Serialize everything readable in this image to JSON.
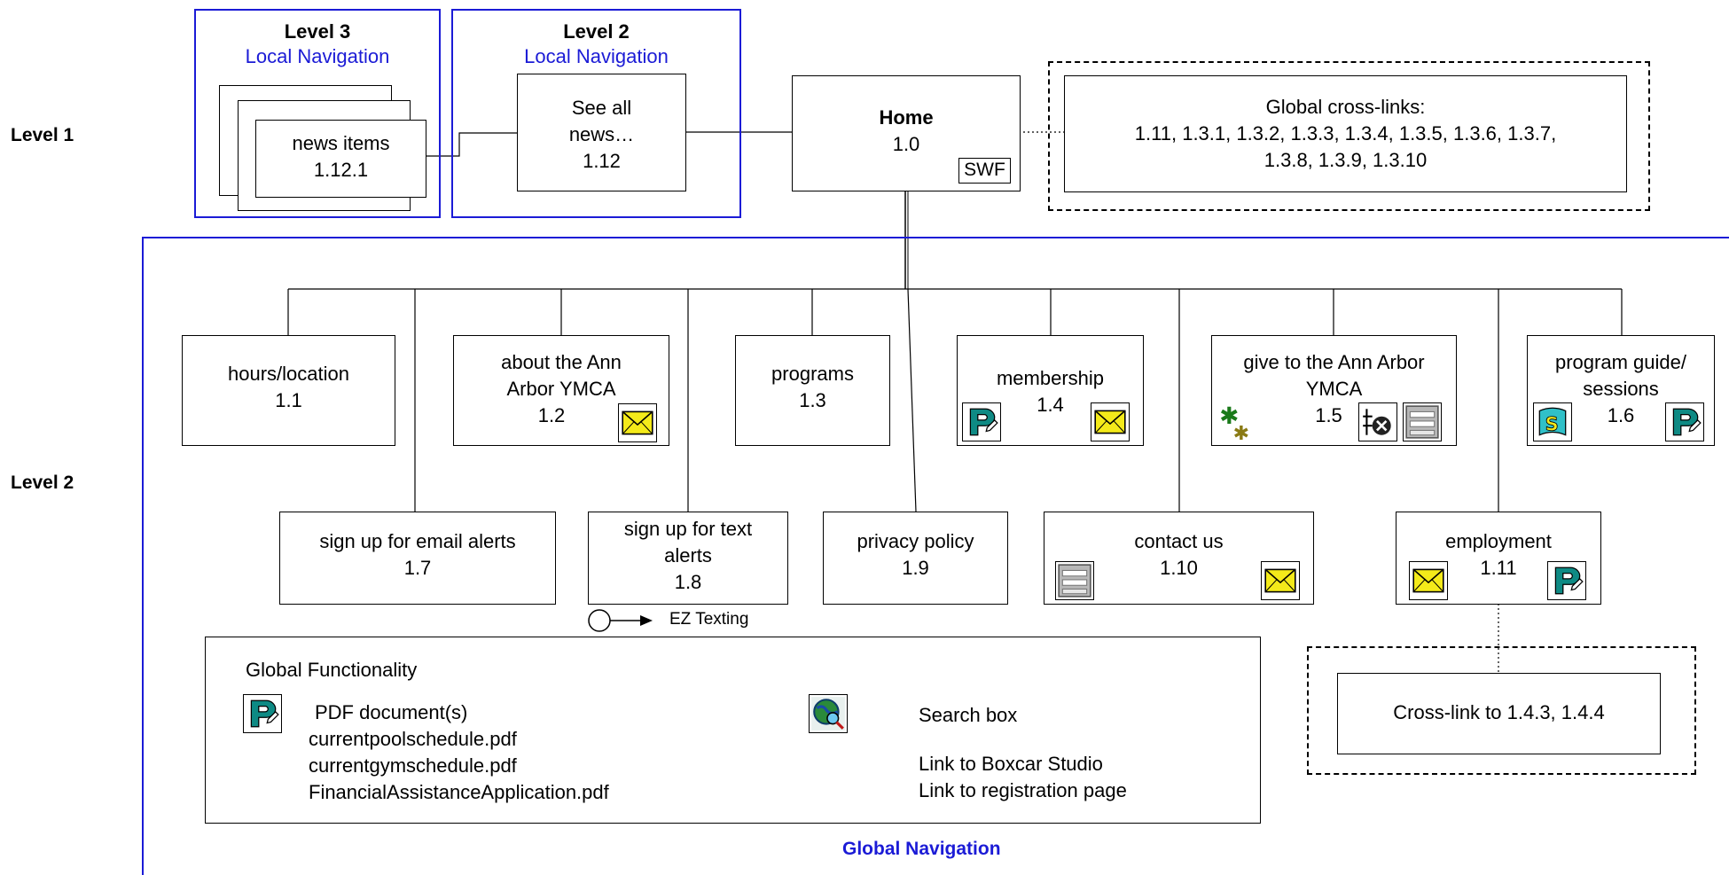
{
  "levels": {
    "level1": "Level 1",
    "level2": "Level 2"
  },
  "level3_nav": {
    "title": "Level 3",
    "subtitle": "Local Navigation"
  },
  "level2_nav": {
    "title": "Level 2",
    "subtitle": "Local Navigation"
  },
  "global_nav_label": "Global Navigation",
  "nodes": {
    "news_items": {
      "label": "news items",
      "id": "1.12.1"
    },
    "see_all_news": {
      "label_line1": "See all",
      "label_line2": "news…",
      "id": "1.12"
    },
    "home": {
      "label": "Home",
      "id": "1.0",
      "badge": "SWF"
    },
    "cross_links": {
      "label": "Global cross-links:",
      "line1": "1.11, 1.3.1, 1.3.2, 1.3.3, 1.3.4, 1.3.5, 1.3.6, 1.3.7,",
      "line2": "1.3.8, 1.3.9, 1.3.10"
    },
    "hours": {
      "label": "hours/location",
      "id": "1.1"
    },
    "about": {
      "label_line1": "about the Ann",
      "label_line2": "Arbor YMCA",
      "id": "1.2"
    },
    "programs": {
      "label": "programs",
      "id": "1.3"
    },
    "membership": {
      "label": "membership",
      "id": "1.4"
    },
    "give": {
      "label_line1": "give to the Ann Arbor",
      "label_line2": "YMCA",
      "id": "1.5"
    },
    "program_guide": {
      "label_line1": "program guide/",
      "label_line2": "sessions",
      "id": "1.6"
    },
    "email_alerts": {
      "label": "sign up for email alerts",
      "id": "1.7"
    },
    "text_alerts": {
      "label_line1": "sign up for text",
      "label_line2": "alerts",
      "id": "1.8"
    },
    "privacy": {
      "label": "privacy policy",
      "id": "1.9"
    },
    "contact": {
      "label": "contact us",
      "id": "1.10"
    },
    "employment": {
      "label": "employment",
      "id": "1.11"
    },
    "employment_cross": {
      "label": "Cross-link to 1.4.3, 1.4.4"
    }
  },
  "ez_texting": "EZ Texting",
  "global_functionality": {
    "title": "Global Functionality",
    "pdf_label": "PDF document(s)",
    "pdf_files": [
      "currentpoolschedule.pdf",
      "currentgymschedule.pdf",
      "FinancialAssistanceApplication.pdf"
    ],
    "search_label": "Search box",
    "link_lines": [
      "Link to Boxcar Studio",
      "Link to registration page"
    ]
  },
  "icons": {
    "pdf": "pdf-document-icon",
    "mail": "email-envelope-icon",
    "form": "form-icon",
    "search": "search-globe-icon",
    "flash": "flash-icon",
    "donate": "donate-asterisk-icon",
    "secure": "secure-payment-icon",
    "external_link": "external-link-arrow-icon"
  },
  "colors": {
    "nav_blue": "#1b1bd6",
    "mail_yellow": "#f4ea1a",
    "pdf_teal": "#0e8a84"
  }
}
